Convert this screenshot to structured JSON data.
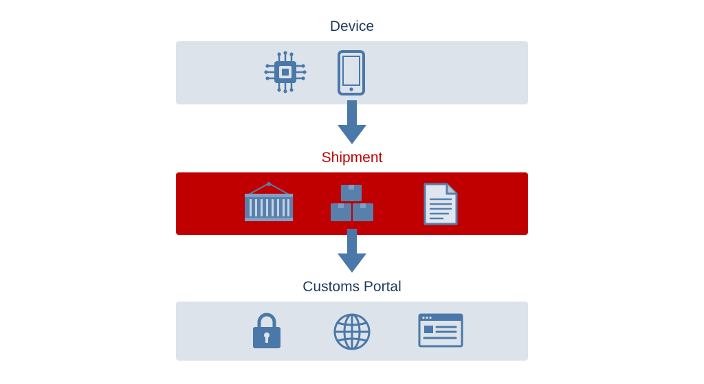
{
  "stages": [
    {
      "label": "Device",
      "icons": [
        "chip-icon",
        "smartphone-icon"
      ]
    },
    {
      "label": "Shipment",
      "icons": [
        "shipping-container-icon",
        "stacked-boxes-icon",
        "document-icon"
      ]
    },
    {
      "label": "Customs Portal",
      "icons": [
        "lock-icon",
        "globe-icon",
        "browser-window-icon"
      ]
    }
  ],
  "colors": {
    "icon_blue": "#4a78a8",
    "neutral_band": "#dde3ea",
    "accent_band": "#c00000",
    "label_text": "#1e3a5c",
    "accent_text": "#c00000",
    "arrow": "#4a78a8"
  }
}
